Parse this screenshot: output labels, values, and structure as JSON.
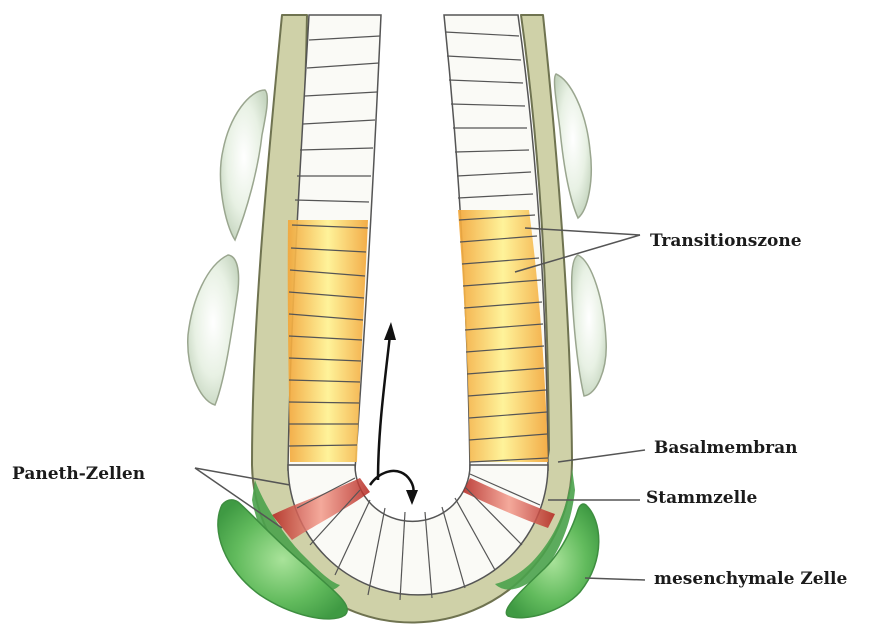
{
  "labels": {
    "transition_zone": "Transitionszone",
    "basement_membrane": "Basalmembran",
    "stem_cell": "Stammzelle",
    "mesenchymal_cell": "mesenchymale Zelle",
    "paneth_cells": "Paneth-Zellen"
  },
  "colors": {
    "membrane": "#cfd1a8",
    "membrane_outline": "#6f7350",
    "epithelium": "#fafaf6",
    "cell_line": "#555555",
    "transition_light": "#fff08a",
    "transition_dark": "#f1a436",
    "paneth_red": "#c83a2e",
    "mesenchyme_green": "#5cb558",
    "pale_cell": "#e1ecdc",
    "leader_line": "#555555"
  }
}
